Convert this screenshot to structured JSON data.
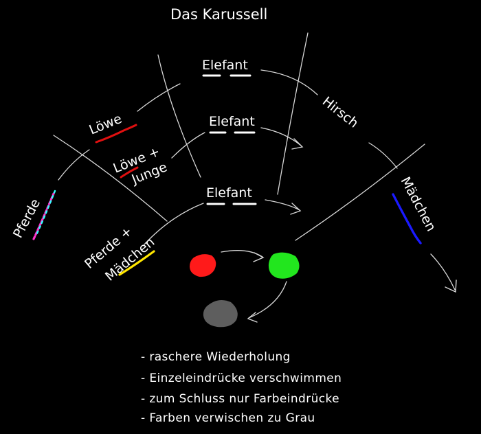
{
  "title": "Das Karussell",
  "labels": {
    "elefant_top": "Elefant",
    "elefant_mid": "Elefant",
    "elefant_low": "Elefant",
    "hirsch": "Hirsch",
    "loewe": "Löwe",
    "loewe_junge_1": "Löwe +",
    "loewe_junge_2": "Junge",
    "pferde": "Pferde",
    "pferde_maedchen_1": "Pferde +",
    "pferde_maedchen_2": "Mädchen",
    "maedchen": "Mädchen"
  },
  "blobs": {
    "red": "#ff1a1a",
    "green": "#22e61e",
    "gray": "#5e5e5e"
  },
  "underline_colors": {
    "white": "#ffffff",
    "red": "#e01010",
    "blue": "#1a1aff",
    "yellow": "#ffe600",
    "magenta": "#ff33cc",
    "cyan": "#33ffff"
  },
  "notes": [
    "- raschere Wiederholung",
    "- Einzeleindrücke verschwimmen",
    "- zum Schluss nur Farbeindrücke",
    "- Farben verwischen zu Grau"
  ]
}
